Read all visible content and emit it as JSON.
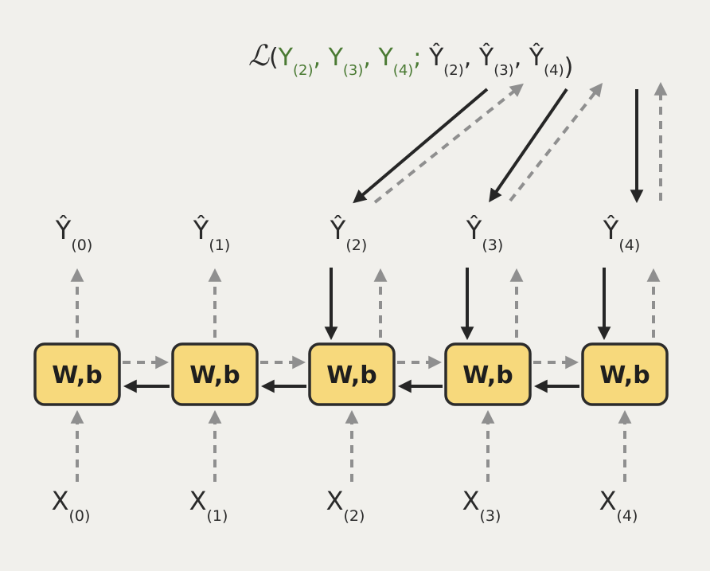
{
  "loss": {
    "symbol": "ℒ",
    "open": "(",
    "targets": [
      {
        "base": "Y",
        "sub": "(2)",
        "sep": ","
      },
      {
        "base": "Y",
        "sub": "(3)",
        "sep": ","
      },
      {
        "base": "Y",
        "sub": "(4)",
        "sep": ";"
      }
    ],
    "predictions": [
      {
        "base": "Ŷ",
        "sub": "(2)",
        "sep": ","
      },
      {
        "base": "Ŷ",
        "sub": "(3)",
        "sep": ","
      },
      {
        "base": "Ŷ",
        "sub": "(4)",
        "sep": ""
      }
    ],
    "close": ")",
    "target_color": "#4a7a33"
  },
  "cells": [
    {
      "label": "W,b",
      "output": {
        "base": "Ŷ",
        "sub": "(0)"
      },
      "input": {
        "base": "X",
        "sub": "(0)"
      },
      "in_loss": false
    },
    {
      "label": "W,b",
      "output": {
        "base": "Ŷ",
        "sub": "(1)"
      },
      "input": {
        "base": "X",
        "sub": "(1)"
      },
      "in_loss": false
    },
    {
      "label": "W,b",
      "output": {
        "base": "Ŷ",
        "sub": "(2)"
      },
      "input": {
        "base": "X",
        "sub": "(2)"
      },
      "in_loss": true
    },
    {
      "label": "W,b",
      "output": {
        "base": "Ŷ",
        "sub": "(3)"
      },
      "input": {
        "base": "X",
        "sub": "(3)"
      },
      "in_loss": true
    },
    {
      "label": "W,b",
      "output": {
        "base": "Ŷ",
        "sub": "(4)"
      },
      "input": {
        "base": "X",
        "sub": "(4)"
      },
      "in_loss": true
    }
  ],
  "colors": {
    "cell_fill": "#f7d97c",
    "forward_dashed": "#8f8f8f",
    "backward_solid": "#262626"
  }
}
